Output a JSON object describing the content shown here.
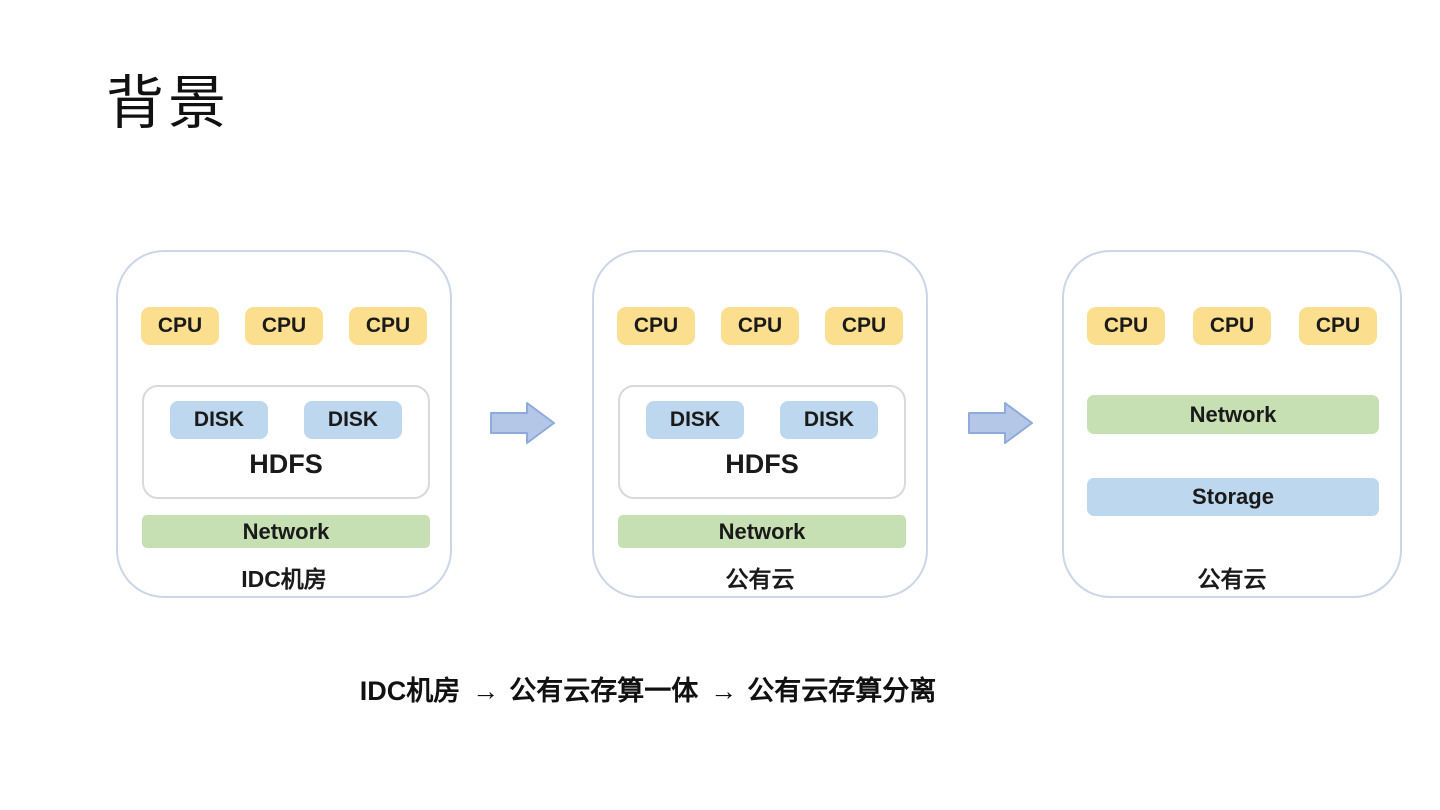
{
  "title": "背景",
  "stages": [
    {
      "label": "IDC机房",
      "cpus": [
        "CPU",
        "CPU",
        "CPU"
      ],
      "hdfs": {
        "label": "HDFS",
        "disks": [
          "DISK",
          "DISK"
        ]
      },
      "network_label": "Network"
    },
    {
      "label": "公有云",
      "cpus": [
        "CPU",
        "CPU",
        "CPU"
      ],
      "hdfs": {
        "label": "HDFS",
        "disks": [
          "DISK",
          "DISK"
        ]
      },
      "network_label": "Network"
    },
    {
      "label": "公有云",
      "cpus": [
        "CPU",
        "CPU",
        "CPU"
      ],
      "network_label": "Network",
      "storage_label": "Storage"
    }
  ],
  "caption": {
    "segments": [
      "IDC机房",
      "公有云存算一体",
      "公有云存算分离"
    ],
    "arrow_glyph": "→"
  },
  "colors": {
    "cpu_fill": "#FBDF8E",
    "disk_fill": "#BDD7EE",
    "network_fill": "#C6E0B4",
    "storage_fill": "#BDD7EE",
    "arrow_fill": "#B4C7E7",
    "arrow_border": "#8FAADC",
    "container_border": "#CBD6E8",
    "hdfs_border": "#D9D9D9",
    "text": "#1A1A1A",
    "background": "#FFFFFF"
  }
}
